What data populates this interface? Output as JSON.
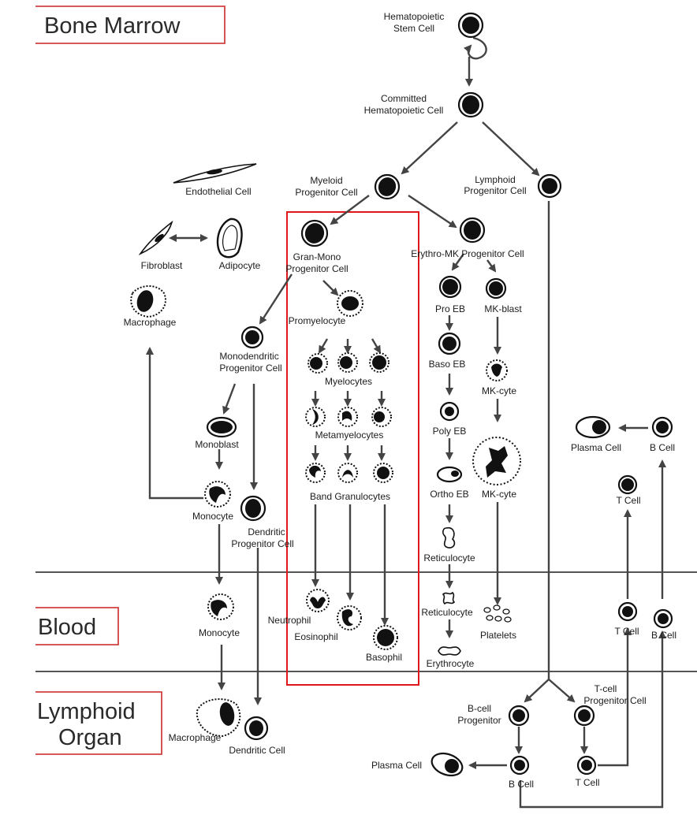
{
  "regions": {
    "bone_marrow": "Bone Marrow",
    "blood": "Blood",
    "lymphoid_line1": "Lymphoid",
    "lymphoid_line2": "Organ"
  },
  "labels": {
    "hsc_1": "Hematopoietic",
    "hsc_2": "Stem Cell",
    "committed_1": "Committed",
    "committed_2": "Hematopoietic Cell",
    "myeloid_1": "Myeloid",
    "myeloid_2": "Progenitor Cell",
    "lymphoid_prog_1": "Lymphoid",
    "lymphoid_prog_2": "Progenitor Cell",
    "endothelial": "Endothelial Cell",
    "fibroblast": "Fibroblast",
    "adipocyte": "Adipocyte",
    "macrophage_bm": "Macrophage",
    "granmono_1": "Gran-Mono",
    "granmono_2": "Progenitor Cell",
    "erythro_mk": "Erythro-MK Progenitor Cell",
    "promyelocyte": "Promyelocyte",
    "monodendritic_1": "Monodendritic",
    "monodendritic_2": "Progenitor Cell",
    "myelocytes": "Myelocytes",
    "metamyelocytes": "Metamyelocytes",
    "band_granulocytes": "Band Granulocytes",
    "monoblast": "Monoblast",
    "monocyte_bm": "Monocyte",
    "dendritic_prog_1": "Dendritic",
    "dendritic_prog_2": "Progenitor Cell",
    "pro_eb": "Pro EB",
    "mk_blast": "MK-blast",
    "baso_eb": "Baso EB",
    "mk_cyte_1": "MK-cyte",
    "poly_eb": "Poly EB",
    "ortho_eb": "Ortho EB",
    "mk_cyte_2": "MK-cyte",
    "reticulocyte_bm": "Reticulocyte",
    "plasma_cell_bm": "Plasma Cell",
    "b_cell_bm": "B Cell",
    "t_cell_bm": "T Cell",
    "monocyte_blood": "Monocyte",
    "neutrophil": "Neutrophil",
    "eosinophil": "Eosinophil",
    "basophil": "Basophil",
    "reticulocyte_blood": "Reticulocyte",
    "platelets": "Platelets",
    "erythrocyte": "Erythrocyte",
    "t_cell_blood": "T Cell",
    "b_cell_blood": "B Cell",
    "macrophage_lo": "Macrophage",
    "dendritic_cell": "Dendritic Cell",
    "b_prog_1": "B-cell",
    "b_prog_2": "Progenitor",
    "t_prog_1": "T-cell",
    "t_prog_2": "Progenitor Cell",
    "plasma_cell_lo": "Plasma Cell",
    "b_cell_lo": "B Cell",
    "t_cell_lo": "T Cell"
  },
  "colors": {
    "highlight_box": "#e0161a",
    "region_box": "#d04040",
    "arrow": "#444444",
    "nucleus": "#111111"
  }
}
